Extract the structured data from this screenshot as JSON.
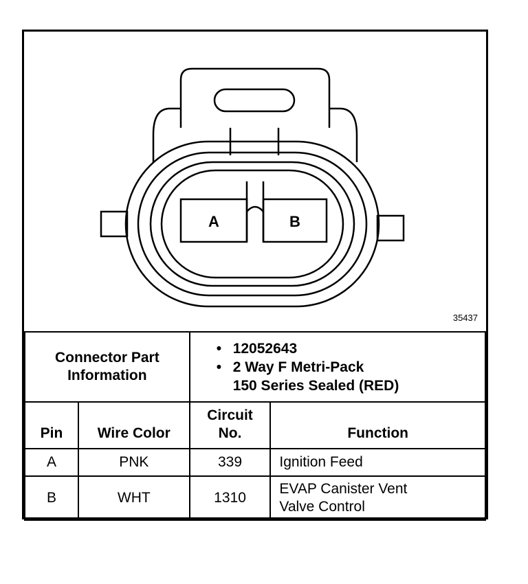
{
  "diagram": {
    "pin_a": "A",
    "pin_b": "B",
    "figure_id": "35437"
  },
  "connector": {
    "info_label": "Connector Part Information",
    "part_number": "12052643",
    "description_line1": "2 Way F Metri-Pack",
    "description_line2": "150 Series Sealed (RED)"
  },
  "table": {
    "headers": {
      "pin": "Pin",
      "wire_color": "Wire Color",
      "circuit_line1": "Circuit",
      "circuit_line2": "No.",
      "function": "Function"
    },
    "rows": [
      {
        "pin": "A",
        "wire_color": "PNK",
        "circuit": "339",
        "function_line1": "Ignition Feed",
        "function_line2": ""
      },
      {
        "pin": "B",
        "wire_color": "WHT",
        "circuit": "1310",
        "function_line1": "EVAP Canister Vent",
        "function_line2": "Valve Control"
      }
    ]
  }
}
